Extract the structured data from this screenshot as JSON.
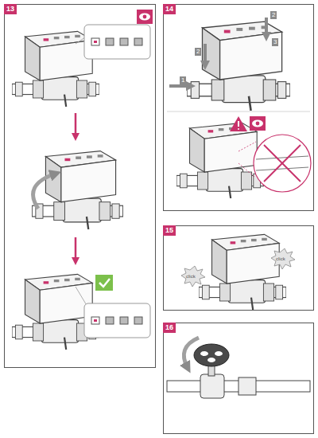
{
  "diagram": {
    "nodes": [
      {
        "text": [
          "13"
        ]
      },
      {
        "text": [
          "14"
        ]
      },
      {
        "text": [
          "15"
        ]
      },
      {
        "text": [
          "16"
        ]
      }
    ],
    "labels": [
      "2",
      "3",
      "2",
      "1",
      "click",
      "click"
    ]
  }
}
